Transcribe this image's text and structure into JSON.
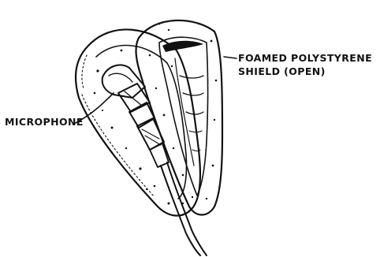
{
  "labels": {
    "shield_line1": "FOAMED POLYSTYRENE",
    "shield_line2": "SHIELD (OPEN)",
    "microphone": "MICROPHONE"
  },
  "colors": {
    "ink": "#111111",
    "foam": "#ffffff",
    "paper": "#ffffff"
  }
}
